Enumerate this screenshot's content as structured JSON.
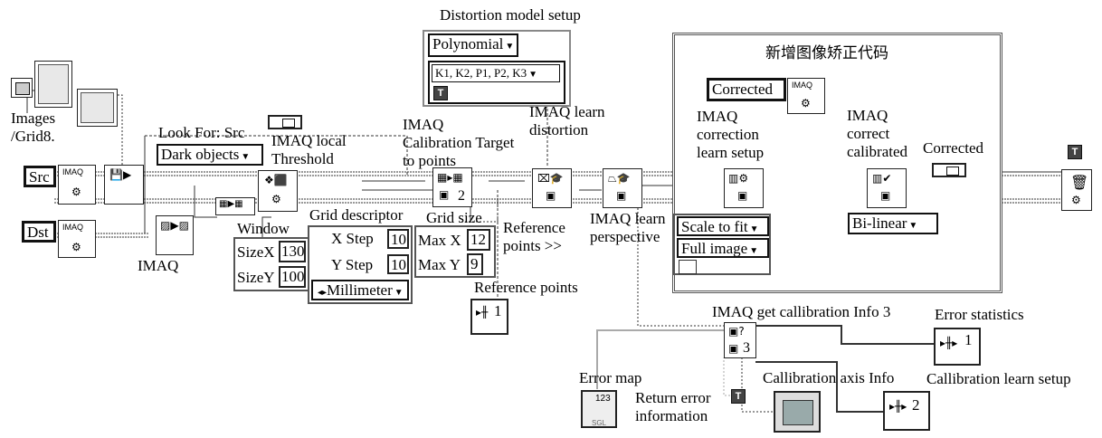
{
  "title": "Distortion model setup",
  "correction_frame": {
    "title": "新增图像矫正代码"
  },
  "labels": {
    "images_path": "Images /Grid8.",
    "look_for": "Look For: Src",
    "imaq_local_threshold": "IMAQ local Threshold",
    "imaq_calibration": "IMAQ Calibration Target to points",
    "imaq_learn_distortion": "IMAQ learn distortion",
    "imaq_correction_learn_setup": "IMAQ correction learn setup",
    "imaq_correct_calibrated": "IMAQ correct calibrated",
    "corrected_out": "Corrected",
    "window": "Window",
    "grid_descriptor": "Grid descriptor",
    "grid_size": "Grid size",
    "reference_points_arrow": "Reference points >>",
    "imaq_learn_perspective": "IMAQ learn perspective",
    "reference_points": "Reference points",
    "imaq_bottom": "IMAQ",
    "imaq_get_calibration": "IMAQ get callibration Info 3",
    "error_statistics": "Error statistics",
    "error_map": "Error map",
    "return_error": "Return error information",
    "calibration_axis_info": "Callibration axis Info",
    "calibration_learn_setup": "Callibration learn setup"
  },
  "controls": {
    "src": "Src",
    "dst": "Dst",
    "imaq": "IMAQ",
    "polynomial": "Polynomial",
    "k_params": "K1, K2, P1, P2, K3",
    "dark_objects": "Dark objects",
    "corrected": "Corrected",
    "size_x_label": "SizeX",
    "size_x": "130",
    "size_y_label": "SizeY",
    "size_y": "100",
    "x_step_label": "X Step",
    "x_step": "10",
    "y_step_label": "Y Step",
    "y_step": "10",
    "millimeter": "Millimeter",
    "max_x_label": "Max X",
    "max_x": "12",
    "max_y_label": "Max Y",
    "max_y": "9",
    "scale_to_fit": "Scale to fit",
    "full_image": "Full image",
    "bilinear": "Bi-linear",
    "t_button": "T",
    "sgl": "SGL",
    "num_123": "123",
    "one": "1",
    "two": "2",
    "three": "3"
  }
}
